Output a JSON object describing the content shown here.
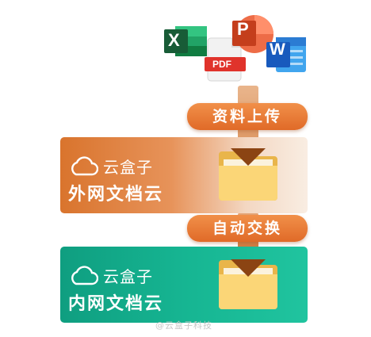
{
  "file_icons": [
    {
      "name": "excel-icon",
      "letter": "X",
      "color": "#1e7145"
    },
    {
      "name": "pdf-icon",
      "label": "PDF",
      "color": "#e0332b"
    },
    {
      "name": "powerpoint-icon",
      "letter": "P",
      "color": "#d24726"
    },
    {
      "name": "word-icon",
      "letter": "W",
      "color": "#2b579a"
    }
  ],
  "steps": {
    "upload": "资料上传",
    "exchange": "自动交换"
  },
  "panels": {
    "outer": {
      "brand": "云盒子",
      "title": "外网文档云",
      "color": "#d9742d"
    },
    "inner": {
      "brand": "云盒子",
      "title": "内网文档云",
      "color": "#16b592"
    }
  },
  "watermark": "@云盒子科技"
}
